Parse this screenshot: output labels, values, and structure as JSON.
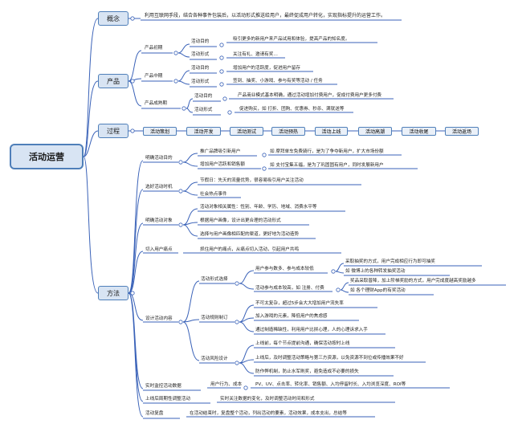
{
  "root": "活动运营",
  "concept": {
    "label": "概念",
    "text": "利用互联网手段，结合各种事件包装后，以活动形式推送给用户，最终促成用户转化，实现指标提升的运营工作。"
  },
  "product": {
    "label": "产品",
    "phases": [
      {
        "label": "产品初期",
        "items": [
          {
            "k": "活动目的",
            "v": "吸引更多的新用户来产品试用和体验，提高产品的知名度。"
          },
          {
            "k": "活动形式",
            "v": "关注有礼、邀请有奖…"
          }
        ]
      },
      {
        "label": "产品中期",
        "items": [
          {
            "k": "活动目的",
            "v": "增加用户的活跃度，促进用户留存"
          },
          {
            "k": "活动形式",
            "v": "签到、抽奖、小游戏、参与有奖等活动 / 任务"
          }
        ]
      },
      {
        "label": "产品成熟期",
        "items": [
          {
            "k": "活动目的",
            "v": "产品商业模式基本明确，通过活动增加付费用户，促成付费用户更多付费"
          },
          {
            "k": "活动形式",
            "v": "促进购买，如 打折、团购、优惠券、秒杀、满就送等"
          }
        ]
      }
    ]
  },
  "process": {
    "label": "过程",
    "stages": [
      "活动策划",
      "活动开发",
      "活动测试",
      "活动预热",
      "活动上线",
      "活动高潮",
      "活动收尾",
      "活动返场"
    ]
  },
  "method": {
    "label": "方法",
    "goal": {
      "label": "明确活动目的",
      "items": [
        {
          "k": "推广品牌吸引新用户",
          "v": "如 摩拜单车免费骑行，是为了争夺新用户，扩大市场份额"
        },
        {
          "k": "增加用户活跃和销售额",
          "v": "如 支付宝集五福，是为了巩固固有用户，同时发展新用户"
        }
      ]
    },
    "timing": {
      "label": "选好活动时机",
      "items": [
        "节假日：先天的流量优势，很容易吸引用户关注活动",
        "社会热点事件"
      ]
    },
    "target": {
      "label": "明确活动对象",
      "items": [
        "活动对象相关属性：性别、年龄、学历、地域、消费水平等",
        "根据用户画像，设计出更合理的活动形式",
        "选择与用户画像相匹配的渠道，更好地为活动造势"
      ]
    },
    "pain": {
      "label": "切入用户痛点",
      "text": "抓住用户的痛点，从痛点切入活动，引起用户共鸣"
    },
    "design": {
      "label": "设计活动内容",
      "form": {
        "label": "活动形式选择",
        "a": "用户参与数多、参与成本较低",
        "a_note1": "采取抽奖的方式，用户完成相应行为即可抽奖",
        "a_note2": "如 微博上的各种转发抽奖活动",
        "b": "活动参与成本较高，如 注册、付费",
        "b_note1": "奖品采取普降，加上阶梯奖励的方式，用户完成度越高奖励越多",
        "b_note2": "如 各个理财App的有奖活动"
      },
      "rules": {
        "label": "活动规则制订",
        "items": [
          "不可太复杂，超过5步会大大增加用户流失率",
          "加入游戏的元素，降低用户的焦虑感",
          "通过制造稀缺性，利用用户比拼心理，人的心理诉求入手"
        ]
      },
      "risk": {
        "label": "活动风险设计",
        "items": [
          "上线前，每个节点提前沟通，确保活动按时上线",
          "上线后，及时调整活动策略与第三方资源，以免资源不到位或传播效果不好",
          "防作弊机制，防止水军刷奖，避免造成不必要的损失"
        ]
      }
    },
    "monitor": {
      "label": "实时监控活动数据",
      "k": "用户行为、成本",
      "v": "PV、UV、点击率、转化率、销售额、入均停留时长、入均浏览深度、ROI等"
    },
    "adjust": {
      "label": "上线后周期性调整活动",
      "text": "实时关注数据的变化，及时调整活动时间和形式"
    },
    "review": {
      "label": "活动复盘",
      "text": "在活动结束时，复盘整个活动，列出活动的要素，活动效果，成本支出，总结等"
    }
  },
  "colors": {
    "line": "#3a62b8",
    "box_fill": "#d8e4f3",
    "box_border": "#4f7fb9"
  }
}
